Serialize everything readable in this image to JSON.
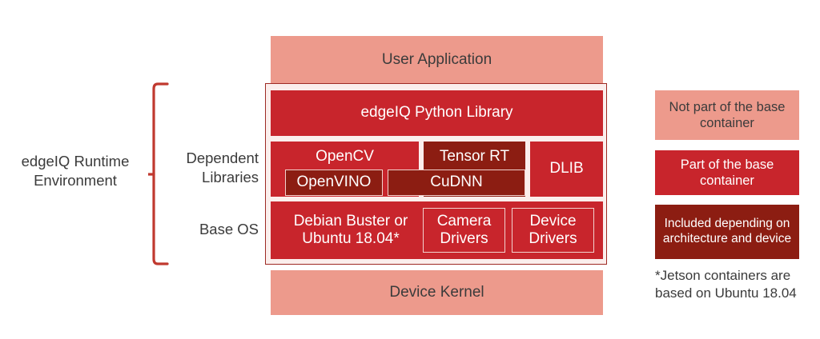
{
  "diagram": {
    "title": "edgeIQ Runtime Environment architecture stack",
    "colors": {
      "salmon": "#ED9A8C",
      "red": "#C8252C",
      "maroon": "#8C1D12",
      "container_fill": "#FBEEEC",
      "container_border": "#9E2A23",
      "box_outline": "#F2D2CE",
      "text_dark": "#3B3B3B",
      "text_light": "#FFFFFF"
    },
    "top_layer": {
      "label": "User Application"
    },
    "bottom_layer": {
      "label": "Device Kernel"
    },
    "runtime": {
      "bracket_label": "edgeIQ Runtime Environment",
      "row_labels": {
        "libraries": "Dependent Libraries",
        "base_os": "Base OS"
      },
      "python_library": {
        "label": "edgeIQ Python Library"
      },
      "libraries_row": [
        {
          "label": "OpenCV",
          "kind": "red"
        },
        {
          "label": "Tensor RT",
          "kind": "maroon"
        },
        {
          "label": "DLIB",
          "kind": "red"
        }
      ],
      "libraries_overlay": [
        {
          "label": "OpenVINO",
          "kind": "maroon"
        },
        {
          "label": "CuDNN",
          "kind": "maroon"
        }
      ],
      "base_os_row": [
        {
          "label": "Debian Buster or Ubuntu 18.04*",
          "kind": "red"
        },
        {
          "label": "Camera Drivers",
          "kind": "red"
        },
        {
          "label": "Device Drivers",
          "kind": "red"
        }
      ]
    },
    "legend": {
      "items": [
        {
          "label": "Not part of the base container",
          "kind": "salmon"
        },
        {
          "label": "Part of the base container",
          "kind": "red"
        },
        {
          "label": "Included depending on architecture and device",
          "kind": "maroon"
        }
      ],
      "footnote": "*Jetson containers are based on Ubuntu 18.04"
    }
  }
}
